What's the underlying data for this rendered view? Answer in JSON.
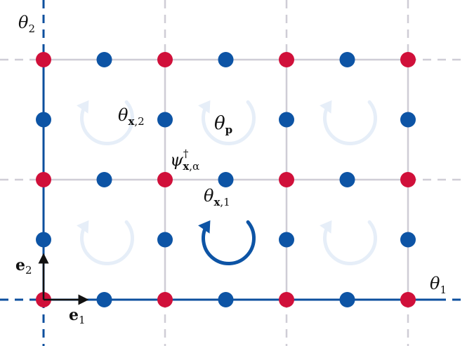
{
  "colors": {
    "axis": "#0d4f9e",
    "grid": "#cfcdd6",
    "site_red": "#d0103a",
    "site_blue": "#0d54a5",
    "plaquette_faint": "#e6eef8",
    "plaquette_strong": "#0d54a5",
    "vector": "#111111"
  },
  "labels": {
    "theta2_axis": {
      "base": "θ",
      "sub": "2"
    },
    "theta1_axis": {
      "base": "θ",
      "sub": "1"
    },
    "theta_x2": {
      "base": "θ",
      "sub_bold": "x",
      "sub_rest": ",2"
    },
    "theta_x1": {
      "base": "θ",
      "sub_bold": "x",
      "sub_rest": ",1"
    },
    "theta_p": {
      "base": "θ",
      "sub_bold": "p"
    },
    "psi": {
      "base": "ψ",
      "sup": "†",
      "sub_bold": "x",
      "sub_rest": ",α"
    },
    "e1": {
      "base": "e",
      "sub": "1"
    },
    "e2": {
      "base": "e",
      "sub": "2"
    }
  },
  "lattice": {
    "columns": 7,
    "rows": 5,
    "red_sites": "even column and even row",
    "plaquettes": [
      {
        "col": 0,
        "row": 0,
        "highlight": false
      },
      {
        "col": 1,
        "row": 0,
        "highlight": true
      },
      {
        "col": 2,
        "row": 0,
        "highlight": false
      },
      {
        "col": 0,
        "row": 1,
        "highlight": false
      },
      {
        "col": 1,
        "row": 1,
        "highlight": false
      },
      {
        "col": 2,
        "row": 1,
        "highlight": false
      }
    ]
  }
}
